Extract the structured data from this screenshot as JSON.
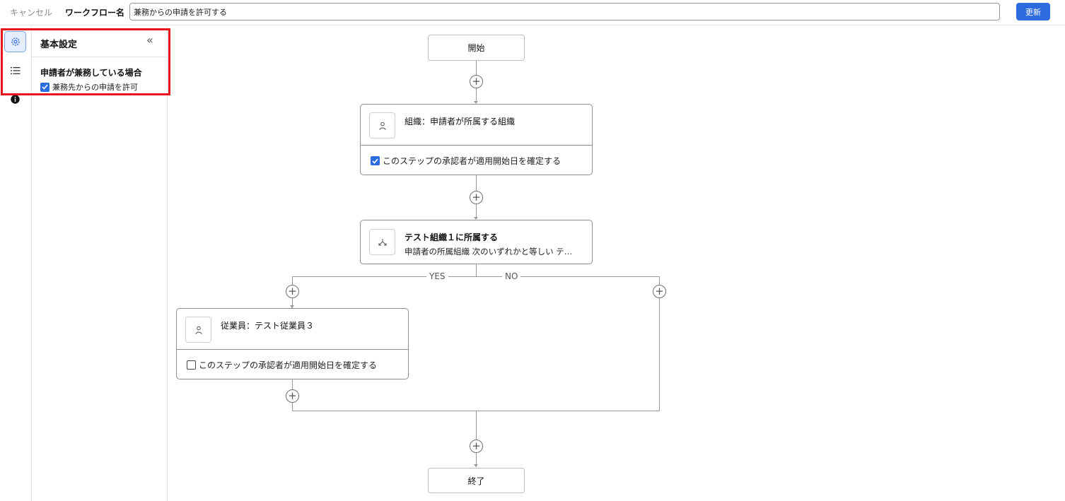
{
  "topbar": {
    "cancel_label": "キャンセル",
    "workflow_name_label": "ワークフロー名",
    "workflow_name_value": "兼務からの申請を許可する",
    "update_label": "更新"
  },
  "rail": {
    "items": [
      {
        "icon": "settings-icon",
        "active": true
      },
      {
        "icon": "list-icon",
        "active": false
      },
      {
        "icon": "info-icon",
        "active": false
      }
    ]
  },
  "panel": {
    "title": "基本設定",
    "collapse_glyph": "«",
    "section_title": "申請者が兼務している場合",
    "allow_concurrent_label": "兼務先からの申請を許可",
    "allow_concurrent_checked": true
  },
  "flow": {
    "start_label": "開始",
    "end_label": "終了",
    "step1": {
      "title": "組織：申請者が所属する組織",
      "confirm_label": "このステップの承認者が適用開始日を確定する",
      "confirm_checked": true
    },
    "condition": {
      "title": "テスト組織１に所属する",
      "description": "申請者の所属組織 次のいずれかと等しい テ…"
    },
    "yes_label": "YES",
    "no_label": "NO",
    "step2": {
      "title": "従業員：テスト従業員３",
      "confirm_label": "このステップの承認者が適用開始日を確定する",
      "confirm_checked": false
    }
  },
  "colors": {
    "accent": "#2d6cdf",
    "highlight": "#e8141b"
  }
}
